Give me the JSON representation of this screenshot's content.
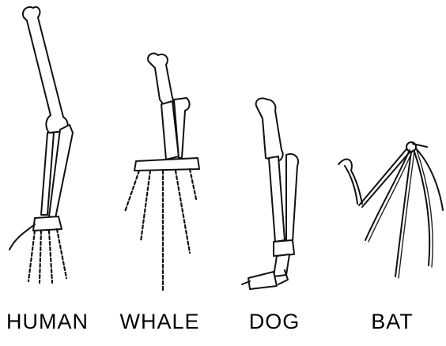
{
  "labels": {
    "human": "HUMAN",
    "whale": "WHALE",
    "dog": "DOG",
    "bat": "BAT"
  },
  "colors": {
    "ink": "#111111",
    "background": "#ffffff"
  }
}
